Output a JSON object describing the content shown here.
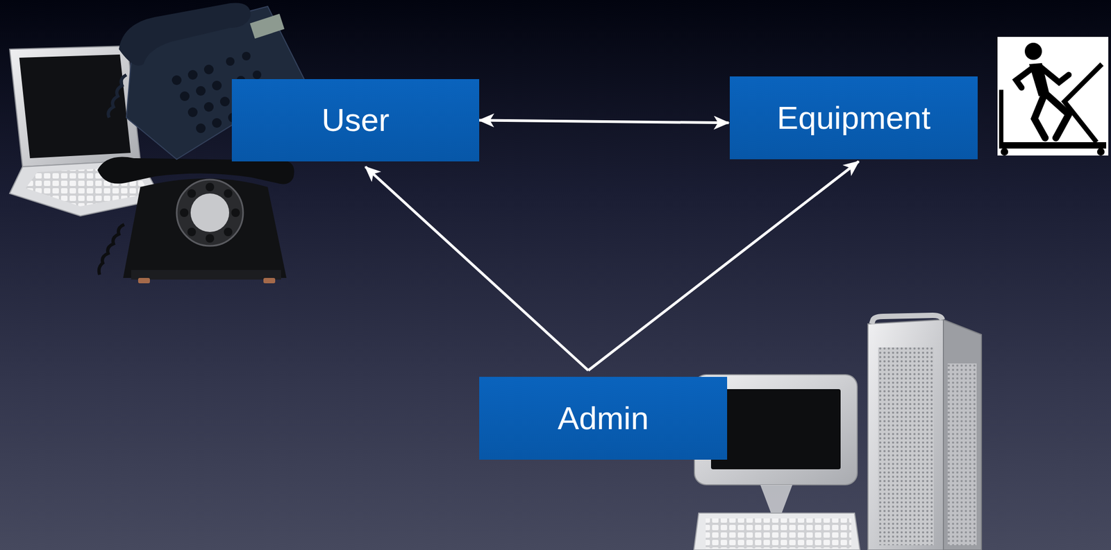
{
  "diagram": {
    "nodes": [
      {
        "text": [
          "User"
        ]
      },
      {
        "text": [
          "Equipment"
        ]
      },
      {
        "text": [
          "Admin"
        ]
      }
    ],
    "edges": [
      {
        "from": 0,
        "to": 1,
        "arrow": "both"
      },
      {
        "from": 2,
        "to": 0,
        "arrow": "to"
      },
      {
        "from": 2,
        "to": 1,
        "arrow": "to"
      }
    ]
  }
}
